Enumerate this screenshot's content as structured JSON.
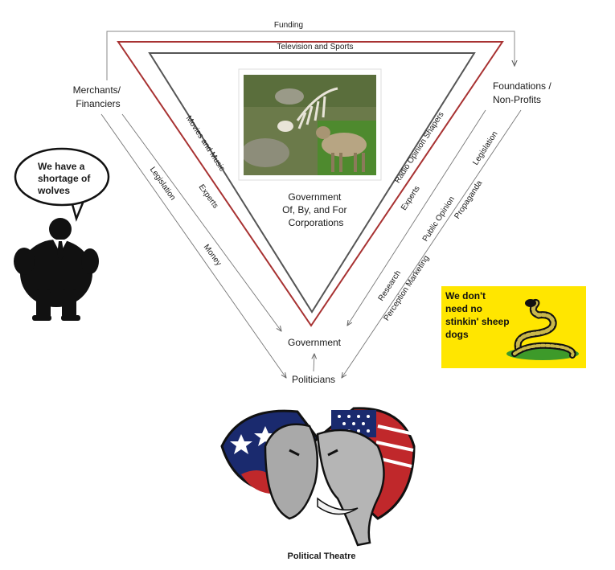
{
  "nodes": {
    "merchants": [
      "Merchants/",
      "Financiers"
    ],
    "foundations": [
      "Foundations /",
      "Non-Profits"
    ],
    "government": "Government",
    "politicians": "Politicians",
    "center": [
      "Government",
      "Of, By, and For",
      "Corporations"
    ]
  },
  "edges": {
    "funding": "Funding",
    "television": "Television and Sports",
    "movies": "Movies and Music",
    "radio": "Radio Opinion Shapers",
    "left_experts": "Experts",
    "left_legislation": "Legislation",
    "money": "Money",
    "right_experts": "Experts",
    "right_legislation": "Legislation",
    "public_opinion": "Public Opinion",
    "propaganda": "Propaganda",
    "research": "Research",
    "perception": "Perception Marketing"
  },
  "speech_bubble": [
    "We have a",
    "shortage of",
    "wolves"
  ],
  "flag_text": [
    "We don't",
    "need no",
    "stinkin' sheep",
    "dogs"
  ],
  "caption": "Political Theatre",
  "colors": {
    "outer_loop": "#8a8a8a",
    "red_triangle": "#a83232",
    "gray_triangle": "#555555",
    "flag_bg": "#ffe600",
    "snake": "#6d6a2a"
  }
}
